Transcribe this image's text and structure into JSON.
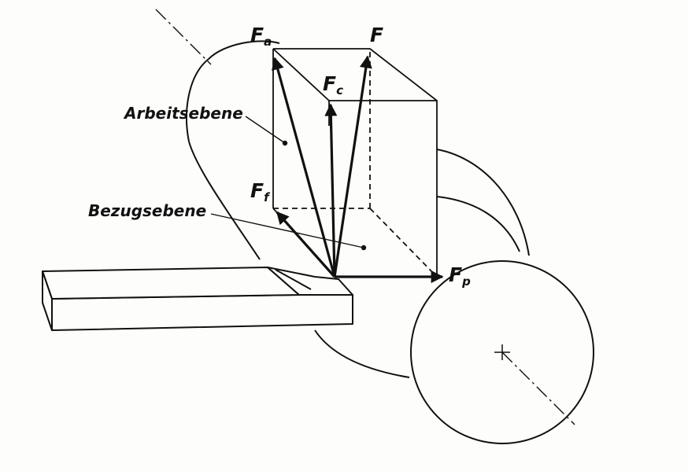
{
  "labels": {
    "arbeitsebene": "Arbeitsebene",
    "bezugsebene": "Bezugsebene"
  },
  "forces": {
    "fa": {
      "symbol": "F",
      "sub": "a"
    },
    "f": {
      "symbol": "F",
      "sub": ""
    },
    "fc": {
      "symbol": "F",
      "sub": "c"
    },
    "ff": {
      "symbol": "F",
      "sub": "f"
    },
    "fp": {
      "symbol": "F",
      "sub": "p"
    }
  },
  "colors": {
    "ink": "#111111",
    "paper": "#fdfdfb"
  }
}
